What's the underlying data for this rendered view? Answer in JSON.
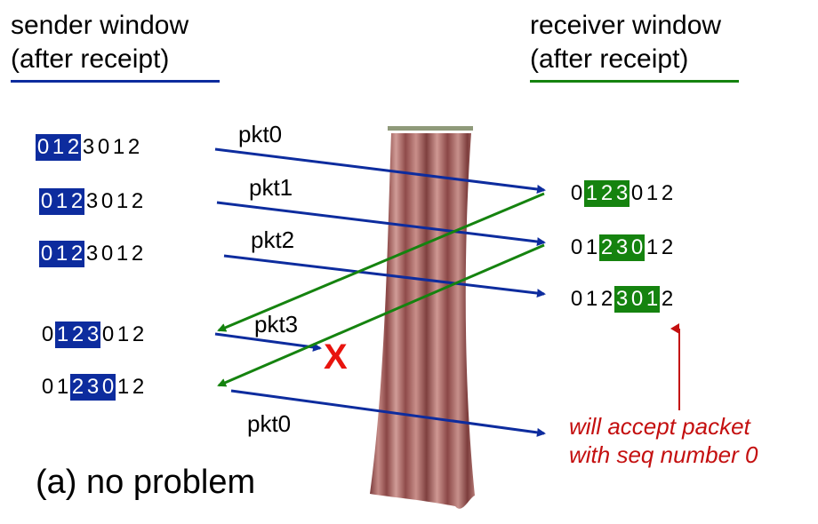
{
  "sender_header": {
    "line1": "sender window",
    "line2": "(after receipt)"
  },
  "receiver_header": {
    "line1": "receiver window",
    "line2": "(after receipt)"
  },
  "colors": {
    "sender": "#0d2c9e",
    "receiver": "#15830f",
    "annotation": "#c40f0f",
    "loss": "#e8140e"
  },
  "packets": [
    {
      "label": "pkt0"
    },
    {
      "label": "pkt1"
    },
    {
      "label": "pkt2"
    },
    {
      "label": "pkt3"
    },
    {
      "label": "pkt0"
    }
  ],
  "sender_windows": [
    {
      "digits": [
        "0",
        "1",
        "2",
        "3",
        "0",
        "1",
        "2"
      ],
      "highlight": [
        0,
        1,
        2
      ]
    },
    {
      "digits": [
        "0",
        "1",
        "2",
        "3",
        "0",
        "1",
        "2"
      ],
      "highlight": [
        0,
        1,
        2
      ]
    },
    {
      "digits": [
        "0",
        "1",
        "2",
        "3",
        "0",
        "1",
        "2"
      ],
      "highlight": [
        0,
        1,
        2
      ]
    },
    {
      "digits": [
        "0",
        "1",
        "2",
        "3",
        "0",
        "1",
        "2"
      ],
      "highlight": [
        1,
        2,
        3
      ]
    },
    {
      "digits": [
        "0",
        "1",
        "2",
        "3",
        "0",
        "1",
        "2"
      ],
      "highlight": [
        2,
        3,
        4
      ]
    }
  ],
  "receiver_windows": [
    {
      "digits": [
        "0",
        "1",
        "2",
        "3",
        "0",
        "1",
        "2"
      ],
      "highlight": [
        1,
        2,
        3
      ]
    },
    {
      "digits": [
        "0",
        "1",
        "2",
        "3",
        "0",
        "1",
        "2"
      ],
      "highlight": [
        2,
        3,
        4
      ]
    },
    {
      "digits": [
        "0",
        "1",
        "2",
        "3",
        "0",
        "1",
        "2"
      ],
      "highlight": [
        3,
        4,
        5
      ]
    }
  ],
  "loss_mark": "X",
  "annotation": {
    "line1": "will accept packet",
    "line2": "with seq number 0"
  },
  "caption": "(a) no problem"
}
